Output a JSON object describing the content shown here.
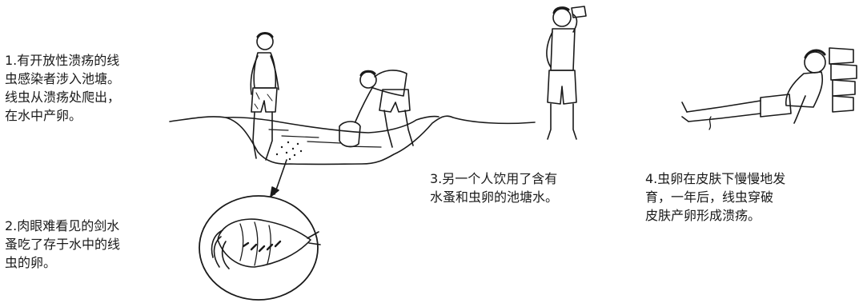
{
  "captions": {
    "step1": "1.有开放性溃疡的线\n虫感染者涉入池塘。\n线虫从溃疡处爬出，\n在水中产卵。",
    "step2": "2.肉眼难看见的剑水\n蚤吃了存于水中的线\n虫的卵。",
    "step3": "3.另一个人饮用了含有\n水蚤和虫卵的池塘水。",
    "step4": "4.虫卵在皮肤下慢慢地发\n育，一年后，线虫穿破\n皮肤产卵形成溃疡。"
  },
  "colors": {
    "ink": "#1a1a1a",
    "background": "#ffffff"
  }
}
